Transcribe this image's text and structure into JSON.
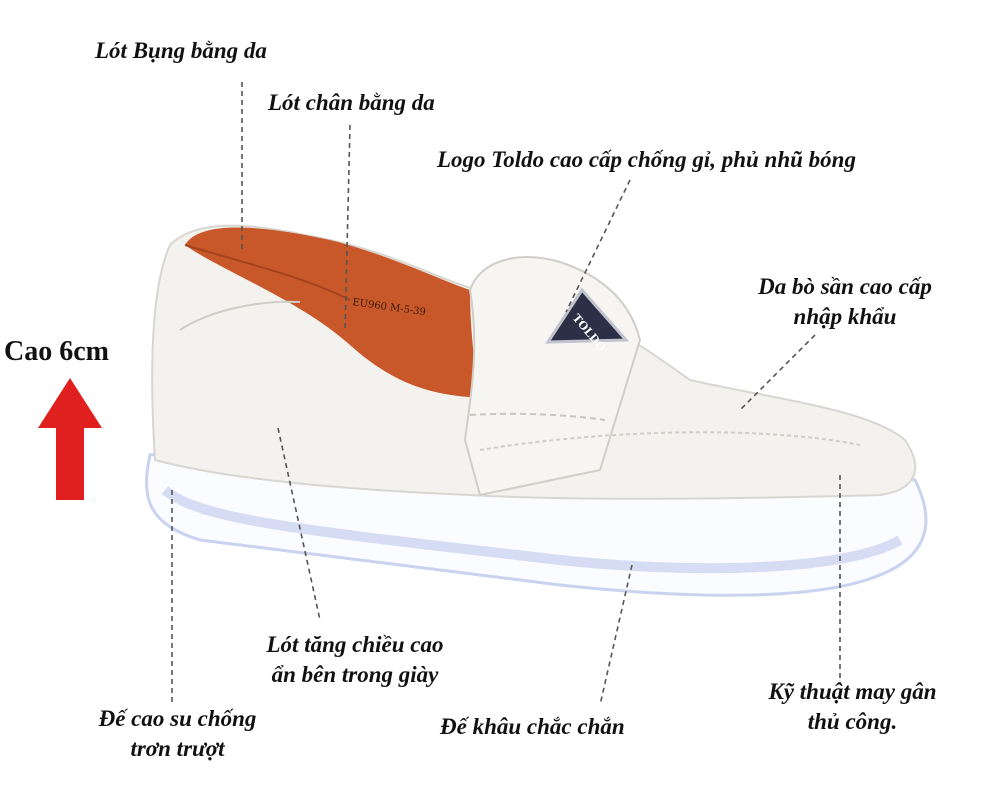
{
  "height_label": "Cao 6cm",
  "callouts": {
    "lining_belly": "Lót Bụng bằng da",
    "insole": "Lót chân bằng da",
    "logo": "Logo Toldo cao cấp chống gỉ, phủ nhũ bóng",
    "leather_1": "Da bò sần cao cấp",
    "leather_2": "nhập khẩu",
    "hidden_lift_1": "Lót tăng chiều cao",
    "hidden_lift_2": "ẩn bên trong giày",
    "rubber_sole_1": "Đế cao su chống",
    "rubber_sole_2": "trơn trượt",
    "stitched_sole": "Đế khâu chắc chắn",
    "hand_stitch_1": "Kỹ thuật may gân",
    "hand_stitch_2": "thủ công."
  },
  "shoe": {
    "logo_text": "TOLDO",
    "size_text": "EU960 M-5-39"
  },
  "colors": {
    "arrow": "#e0201f",
    "lining": "#c8582a",
    "sole_edge": "#c9d3ef"
  }
}
